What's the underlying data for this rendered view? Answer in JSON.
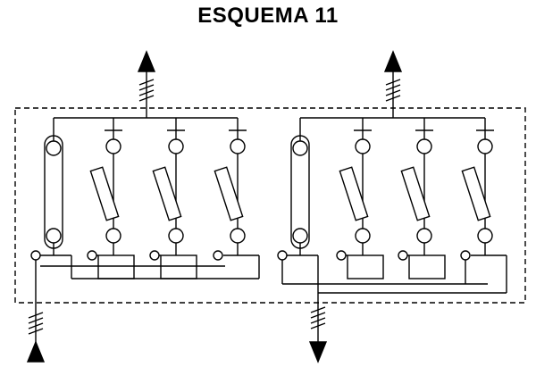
{
  "title": "ESQUEMA 11",
  "colors": {
    "ink": "#000000",
    "background": "#ffffff"
  },
  "diagram": {
    "sections": [
      {
        "id": "left",
        "outputs": 3
      },
      {
        "id": "right",
        "outputs": 3
      }
    ],
    "feeders": [
      {
        "id": "top-left",
        "direction": "out"
      },
      {
        "id": "top-right",
        "direction": "out"
      },
      {
        "id": "bottom-left",
        "direction": "in"
      },
      {
        "id": "bottom-middle",
        "direction": "out"
      }
    ]
  }
}
